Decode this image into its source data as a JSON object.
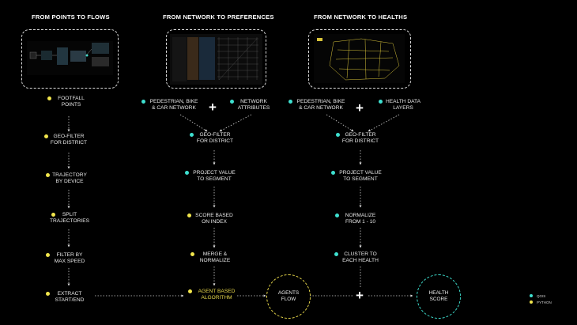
{
  "titles": {
    "col1": "FROM POINTS TO FLOWS",
    "col2": "FROM NETWORK TO PREFERENCES",
    "col3": "FROM NETWORK TO HEALTHS"
  },
  "col1_steps": [
    [
      "FOOTFALL",
      "POINTS"
    ],
    [
      "GEO-FILTER",
      "FOR DISTRICT"
    ],
    [
      "TRAJECTORY",
      "BY DEVICE"
    ],
    [
      "SPLIT",
      "TRAJECTORIES"
    ],
    [
      "FILTER BY",
      "MAX SPEED"
    ],
    [
      "EXTRACT",
      "START/END"
    ]
  ],
  "col2_inputs": {
    "left": [
      "PEDESTRIAN, BIKE",
      "& CAR NETWORK"
    ],
    "right": [
      "NETWORK",
      "ATTRIBUTES"
    ]
  },
  "col2_steps": [
    [
      "GEO-FILTER",
      "FOR DISTRICT"
    ],
    [
      "PROJECT VALUE",
      "TO SEGMENT"
    ],
    [
      "SCORE BASED",
      "ON INDEX"
    ],
    [
      "MERGE &",
      "NORMALIZE"
    ],
    [
      "AGENT BASED",
      "ALGORITHM"
    ]
  ],
  "col3_inputs": {
    "left": [
      "PEDESTRIAN, BIKE",
      "& CAR NETWORK"
    ],
    "right": [
      "HEALTH DATA",
      "LAYERS"
    ]
  },
  "col3_steps": [
    [
      "GEO-FILTER",
      "FOR DISTRICT"
    ],
    [
      "PROJECT VALUE",
      "TO SEGMENT"
    ],
    [
      "NORMALIZE",
      "FROM 1 - 10"
    ],
    [
      "CLUSTER TO",
      "EACH HEALTH"
    ]
  ],
  "outputs": {
    "agents_flow": [
      "AGENTS",
      "FLOW"
    ],
    "health_score": [
      "HEALTH",
      "SCORE"
    ],
    "plus": "+"
  },
  "legend": {
    "qgis": "QGIS",
    "python": "PYTHON"
  },
  "colors": {
    "qgis": "#3ee0d0",
    "python": "#f2e64c",
    "agent_circle": "#e8d84a",
    "health_circle": "#3ee0d0"
  }
}
